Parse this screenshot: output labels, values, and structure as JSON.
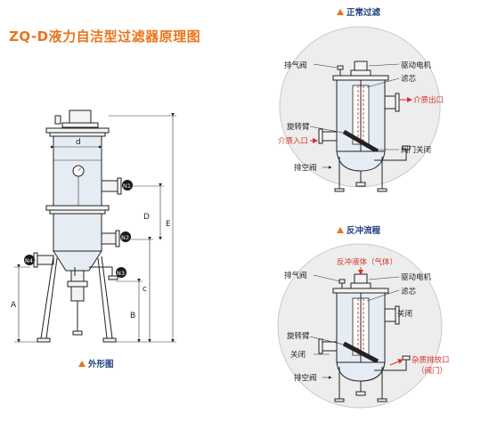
{
  "title": "ZQ-D液力自洁型过滤器原理图",
  "sections": {
    "exterior": "外形图",
    "normal": "正常过滤",
    "backflush": "反冲流程"
  },
  "exterior_labels": {
    "d": "d",
    "n1": "N1",
    "n2": "N2",
    "n3": "N3",
    "n4": "N4",
    "dim_a": "A",
    "dim_b": "B",
    "dim_c": "c",
    "dim_d": "D",
    "dim_e": "E"
  },
  "normal_labels": {
    "vent_valve": "排气阀",
    "drive_motor": "驱动电机",
    "filter_core": "滤芯",
    "medium_outlet": "介质出口",
    "rotating_arm": "旋转臂",
    "medium_inlet": "介质入口",
    "valve_closed": "阀门关闭",
    "drain_valve": "排空阀"
  },
  "backflush_labels": {
    "backflush_fluid": "反冲液体（气体）",
    "vent_valve": "排气阀",
    "drive_motor": "驱动电机",
    "filter_core": "滤芯",
    "closed_1": "关闭",
    "rotating_arm": "旋转臂",
    "closed_2": "关闭",
    "impurity_outlet": "杂质排放口",
    "valve_note": "（阀门）",
    "drain_valve": "排空阀"
  },
  "colors": {
    "title": "#e8741a",
    "section": "#1d3f7a",
    "marker": "#e8741a",
    "flow_red": "#d6332a",
    "body_fill": "#e6ecf4"
  }
}
